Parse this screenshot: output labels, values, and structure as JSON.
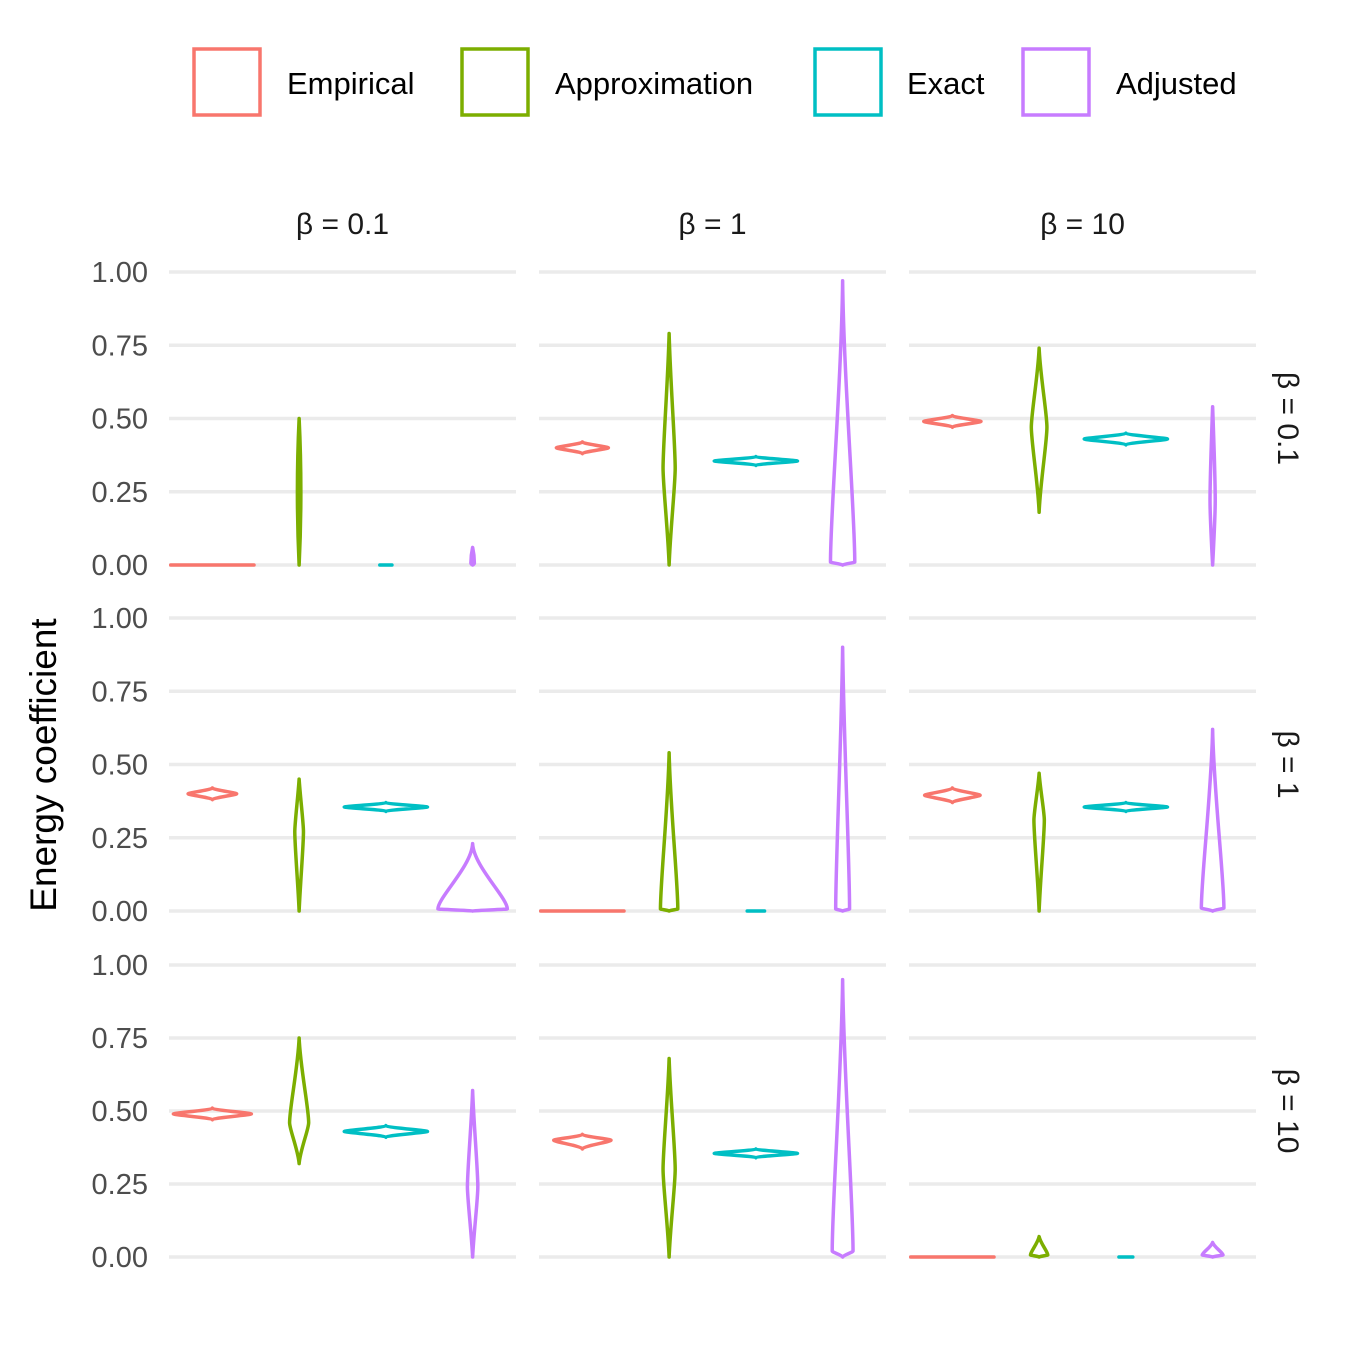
{
  "chart_data": {
    "type": "violin",
    "ylabel": "Energy coefficient",
    "ylim": [
      0,
      1
    ],
    "yticks": [
      "0.00",
      "0.25",
      "0.50",
      "0.75",
      "1.00"
    ],
    "legend": {
      "position": "top",
      "entries": [
        {
          "name": "Empirical",
          "color": "#F8766D"
        },
        {
          "name": "Approximation",
          "color": "#7CAE00"
        },
        {
          "name": "Exact",
          "color": "#00BFC4"
        },
        {
          "name": "Adjusted",
          "color": "#C77CFF"
        }
      ]
    },
    "facet_columns": [
      "β = 0.1",
      "β = 1",
      "β = 10"
    ],
    "facet_rows": [
      "β = 0.1",
      "β = 1",
      "β = 10"
    ],
    "series_order": [
      "Empirical",
      "Approximation",
      "Exact",
      "Adjusted"
    ],
    "panels": [
      {
        "row": 0,
        "col": 0,
        "violins": [
          {
            "series": "Empirical",
            "min": 0,
            "max": 0.003,
            "mode": 0.0,
            "halfwidth": 0.48
          },
          {
            "series": "Approximation",
            "min": 0,
            "max": 0.5,
            "mode": 0.25,
            "halfwidth": 0.02
          },
          {
            "series": "Exact",
            "min": 0,
            "max": 0.003,
            "mode": 0.0,
            "halfwidth": 0.07
          },
          {
            "series": "Adjusted",
            "min": 0,
            "max": 0.06,
            "mode": 0.0,
            "halfwidth": 0.02
          }
        ]
      },
      {
        "row": 0,
        "col": 1,
        "violins": [
          {
            "series": "Empirical",
            "min": 0.38,
            "max": 0.42,
            "mode": 0.4,
            "halfwidth": 0.3
          },
          {
            "series": "Approximation",
            "min": 0,
            "max": 0.79,
            "mode": 0.33,
            "halfwidth": 0.07
          },
          {
            "series": "Exact",
            "min": 0.34,
            "max": 0.37,
            "mode": 0.355,
            "halfwidth": 0.48
          },
          {
            "series": "Adjusted",
            "min": 0,
            "max": 0.97,
            "mode": 0.01,
            "halfwidth": 0.14
          }
        ]
      },
      {
        "row": 0,
        "col": 2,
        "violins": [
          {
            "series": "Empirical",
            "min": 0.47,
            "max": 0.51,
            "mode": 0.49,
            "halfwidth": 0.33
          },
          {
            "series": "Approximation",
            "min": 0.18,
            "max": 0.74,
            "mode": 0.47,
            "halfwidth": 0.09
          },
          {
            "series": "Exact",
            "min": 0.41,
            "max": 0.45,
            "mode": 0.43,
            "halfwidth": 0.48
          },
          {
            "series": "Adjusted",
            "min": 0,
            "max": 0.54,
            "mode": 0.22,
            "halfwidth": 0.03
          }
        ]
      },
      {
        "row": 1,
        "col": 0,
        "violins": [
          {
            "series": "Empirical",
            "min": 0.38,
            "max": 0.42,
            "mode": 0.4,
            "halfwidth": 0.28
          },
          {
            "series": "Approximation",
            "min": 0,
            "max": 0.45,
            "mode": 0.27,
            "halfwidth": 0.05
          },
          {
            "series": "Exact",
            "min": 0.34,
            "max": 0.37,
            "mode": 0.355,
            "halfwidth": 0.48
          },
          {
            "series": "Adjusted",
            "min": 0,
            "max": 0.23,
            "mode": 0.0,
            "halfwidth": 0.4
          }
        ]
      },
      {
        "row": 1,
        "col": 1,
        "violins": [
          {
            "series": "Empirical",
            "min": 0,
            "max": 0.003,
            "mode": 0.0,
            "halfwidth": 0.48
          },
          {
            "series": "Approximation",
            "min": 0,
            "max": 0.54,
            "mode": 0.0,
            "halfwidth": 0.1
          },
          {
            "series": "Exact",
            "min": 0,
            "max": 0.004,
            "mode": 0.0,
            "halfwidth": 0.1
          },
          {
            "series": "Adjusted",
            "min": 0,
            "max": 0.9,
            "mode": 0.0,
            "halfwidth": 0.08
          }
        ]
      },
      {
        "row": 1,
        "col": 2,
        "violins": [
          {
            "series": "Empirical",
            "min": 0.37,
            "max": 0.42,
            "mode": 0.395,
            "halfwidth": 0.32
          },
          {
            "series": "Approximation",
            "min": 0,
            "max": 0.47,
            "mode": 0.31,
            "halfwidth": 0.06
          },
          {
            "series": "Exact",
            "min": 0.34,
            "max": 0.37,
            "mode": 0.355,
            "halfwidth": 0.48
          },
          {
            "series": "Adjusted",
            "min": 0,
            "max": 0.62,
            "mode": 0.01,
            "halfwidth": 0.13
          }
        ]
      },
      {
        "row": 2,
        "col": 0,
        "violins": [
          {
            "series": "Empirical",
            "min": 0.47,
            "max": 0.51,
            "mode": 0.49,
            "halfwidth": 0.45
          },
          {
            "series": "Approximation",
            "min": 0.32,
            "max": 0.75,
            "mode": 0.46,
            "halfwidth": 0.11
          },
          {
            "series": "Exact",
            "min": 0.41,
            "max": 0.45,
            "mode": 0.43,
            "halfwidth": 0.48
          },
          {
            "series": "Adjusted",
            "min": 0,
            "max": 0.57,
            "mode": 0.24,
            "halfwidth": 0.06
          }
        ]
      },
      {
        "row": 2,
        "col": 1,
        "violins": [
          {
            "series": "Empirical",
            "min": 0.37,
            "max": 0.42,
            "mode": 0.4,
            "halfwidth": 0.33
          },
          {
            "series": "Approximation",
            "min": 0,
            "max": 0.68,
            "mode": 0.3,
            "halfwidth": 0.07
          },
          {
            "series": "Exact",
            "min": 0.34,
            "max": 0.37,
            "mode": 0.355,
            "halfwidth": 0.48
          },
          {
            "series": "Adjusted",
            "min": 0,
            "max": 0.95,
            "mode": 0.02,
            "halfwidth": 0.12
          }
        ]
      },
      {
        "row": 2,
        "col": 2,
        "violins": [
          {
            "series": "Empirical",
            "min": 0,
            "max": 0.003,
            "mode": 0.0,
            "halfwidth": 0.48
          },
          {
            "series": "Approximation",
            "min": 0,
            "max": 0.07,
            "mode": 0.0,
            "halfwidth": 0.1
          },
          {
            "series": "Exact",
            "min": 0,
            "max": 0.005,
            "mode": 0.0,
            "halfwidth": 0.08
          },
          {
            "series": "Adjusted",
            "min": 0,
            "max": 0.05,
            "mode": 0.0,
            "halfwidth": 0.12
          }
        ]
      }
    ]
  }
}
